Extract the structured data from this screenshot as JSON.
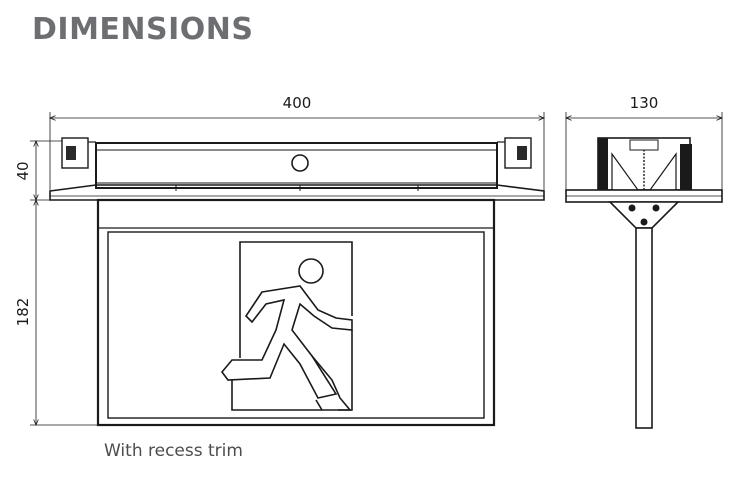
{
  "title": "DIMENSIONS",
  "caption": "With recess trim",
  "dimensions": {
    "width": "400",
    "depth": "130",
    "housing_height": "40",
    "sign_height": "182"
  }
}
